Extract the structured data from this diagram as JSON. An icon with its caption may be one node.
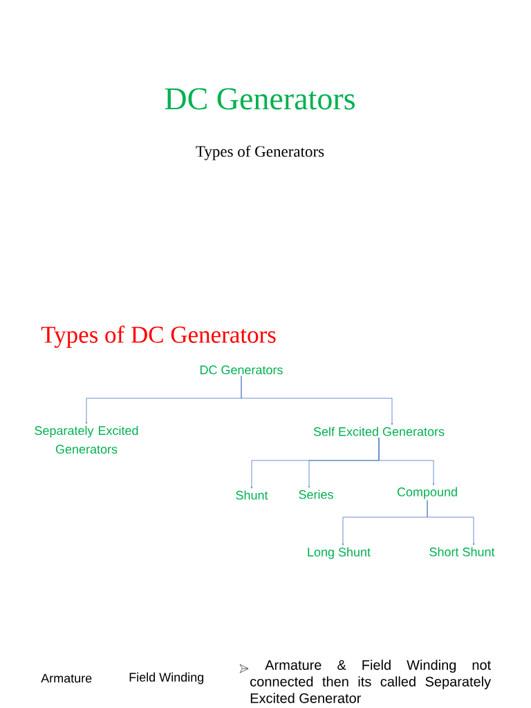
{
  "diagram": {
    "title": "DC Generators",
    "nodes": [
      {
        "text": [
          "DC Generators"
        ]
      },
      {
        "text": [
          "Separately Excited Generators"
        ]
      },
      {
        "text": [
          "Self Excited Generators"
        ]
      },
      {
        "text": [
          "Shunt"
        ]
      },
      {
        "text": [
          "Series"
        ]
      },
      {
        "text": [
          "Compound"
        ]
      },
      {
        "text": [
          "Long Shunt"
        ]
      },
      {
        "text": [
          "Short Shunt"
        ]
      }
    ],
    "edges": [
      {
        "from": 0,
        "to": 1,
        "arrow": "to"
      },
      {
        "from": 0,
        "to": 2,
        "arrow": "to"
      },
      {
        "from": 2,
        "to": 3,
        "arrow": "to"
      },
      {
        "from": 2,
        "to": 4,
        "arrow": "to"
      },
      {
        "from": 2,
        "to": 5,
        "arrow": "to"
      },
      {
        "from": 5,
        "to": 6,
        "arrow": "to"
      },
      {
        "from": 5,
        "to": 7,
        "arrow": "to"
      }
    ],
    "labels": [
      "Types of Generators",
      "Types of DC Generators",
      "Armature",
      "Field Winding",
      "Armature & Field Winding not connected then its called Separately Excited Generator"
    ]
  }
}
